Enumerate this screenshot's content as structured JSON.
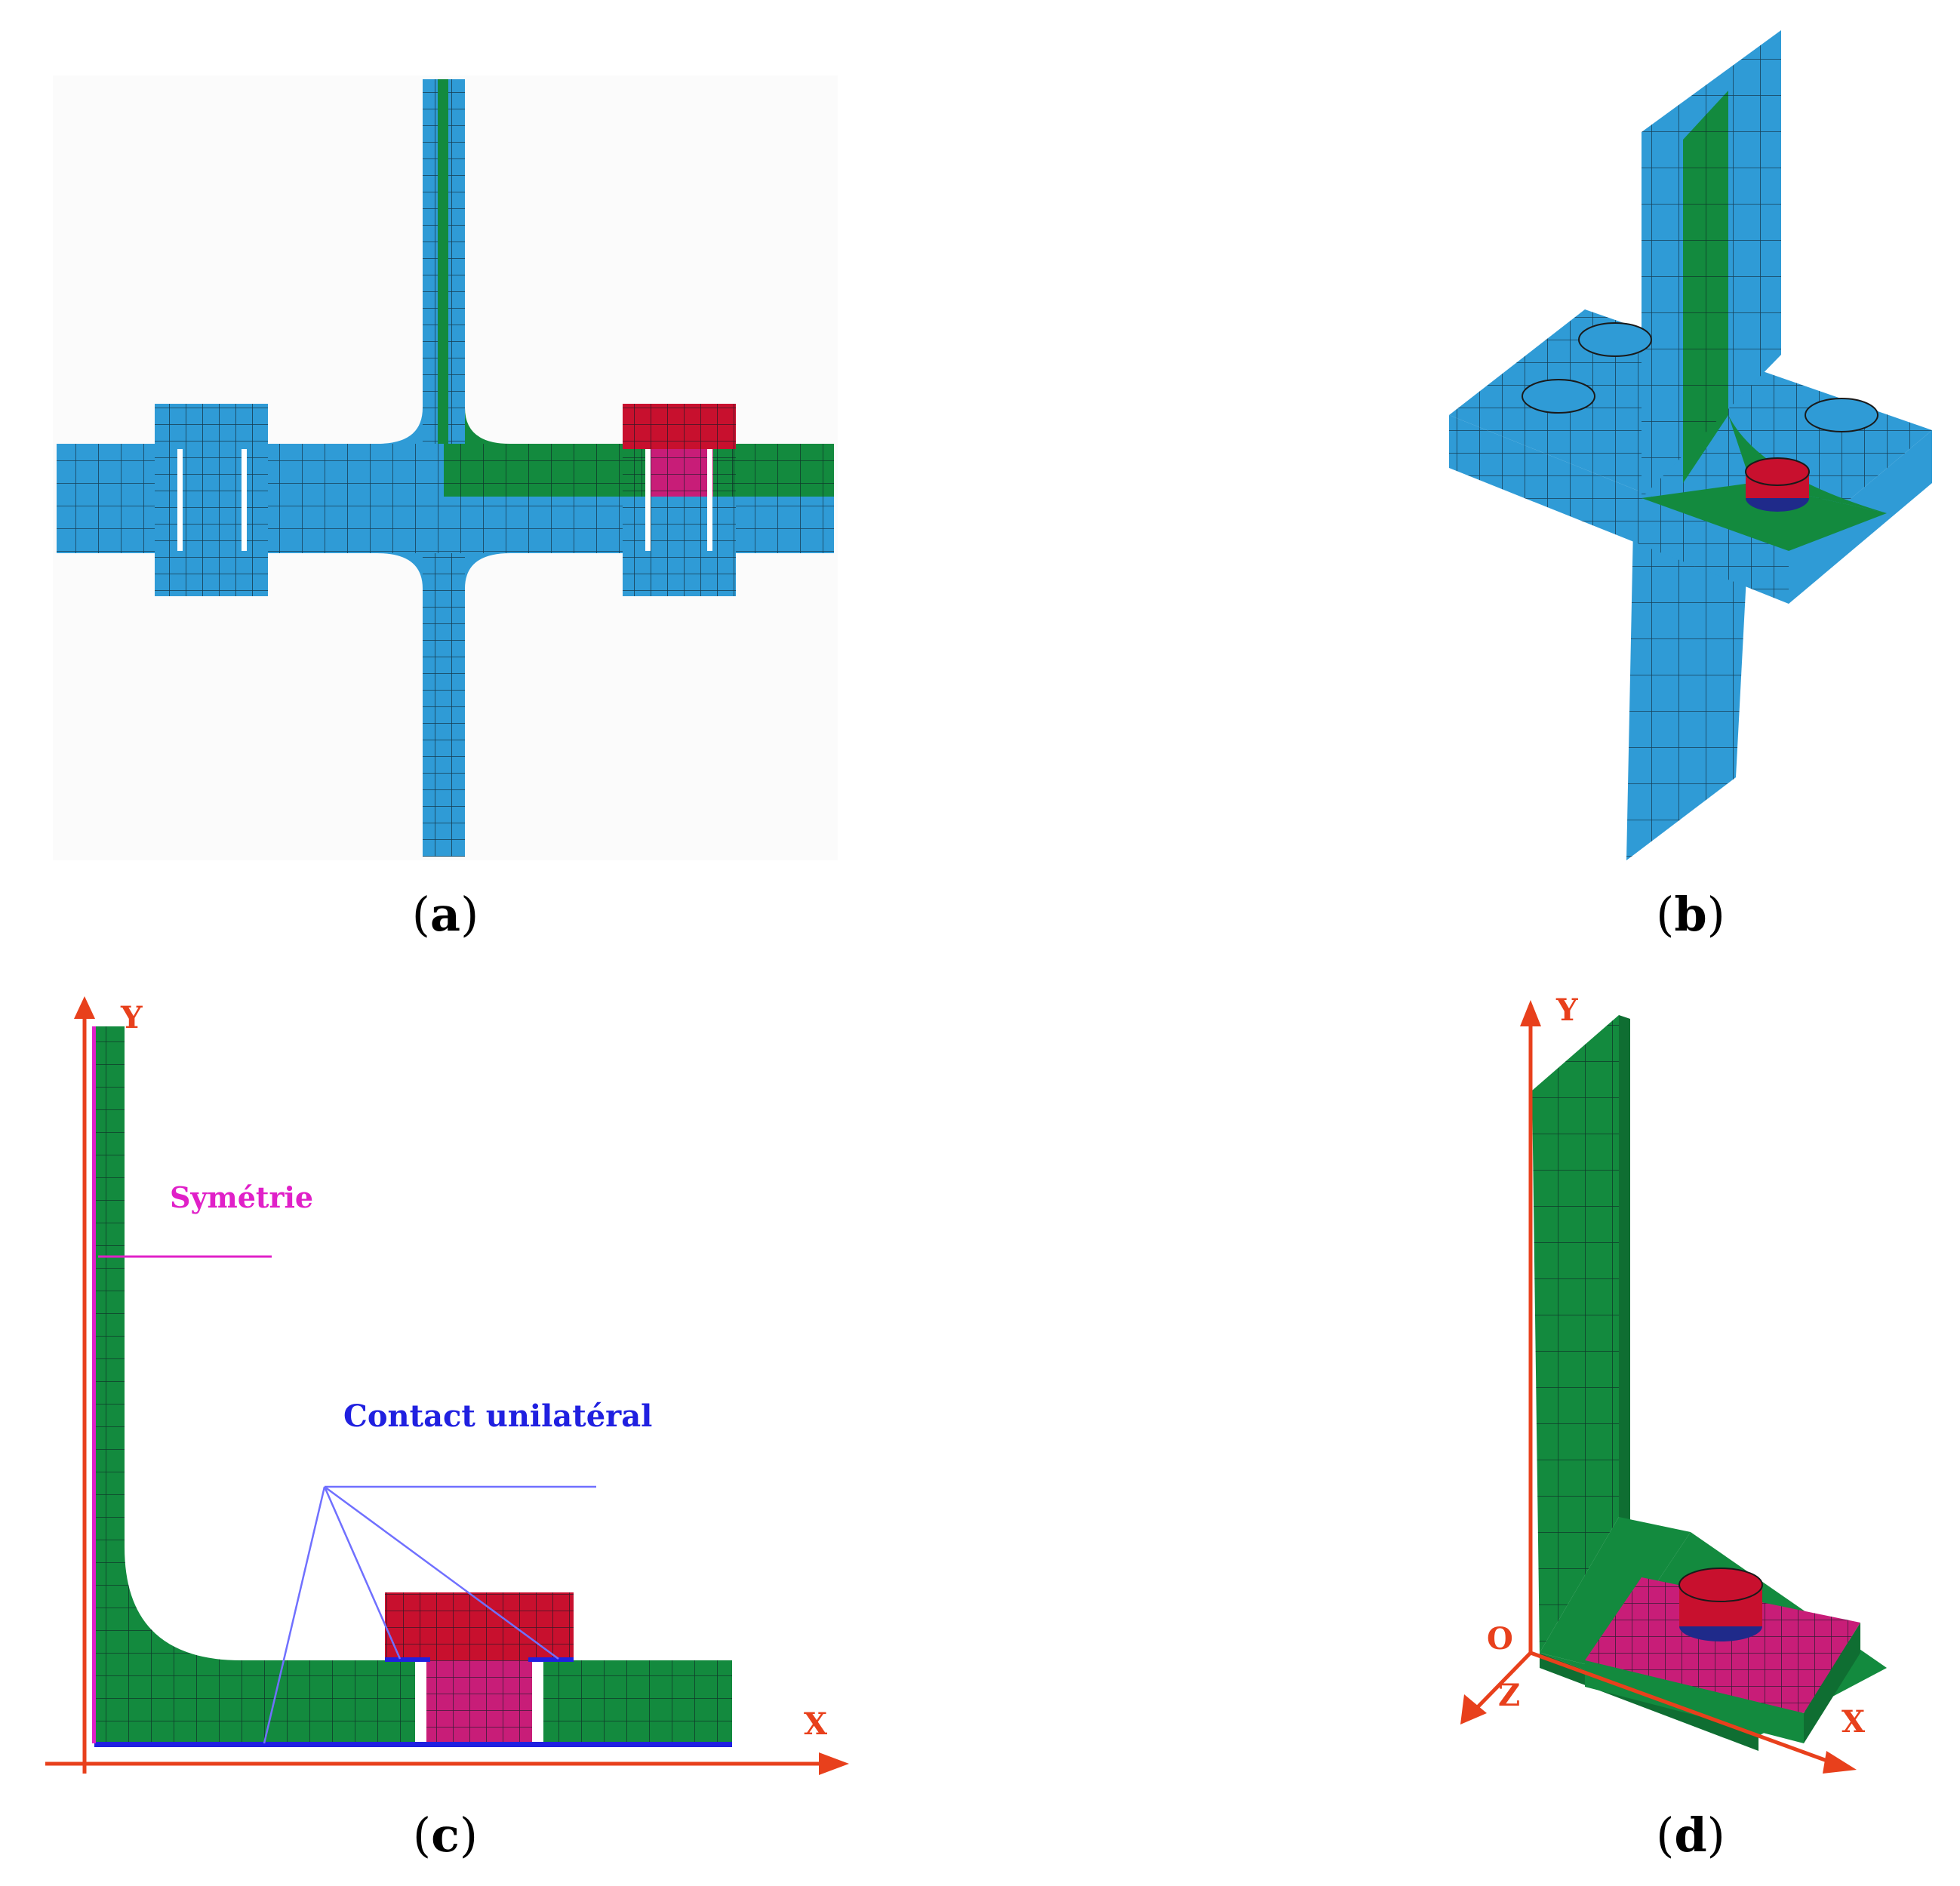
{
  "colors": {
    "blue_part": "#2f9bd6",
    "green_part": "#138a3e",
    "red_bolt_head": "#c8102e",
    "magenta_part": "#c81d78",
    "mesh_line": "#1a1a1a",
    "axis_red": "#e8401c",
    "symmetry_magenta": "#e020c8",
    "contact_blue": "#2020e0",
    "washer_navy": "#1f2a8a"
  },
  "panels": {
    "a": {
      "caption_letter": "a"
    },
    "b": {
      "caption_letter": "b"
    },
    "c": {
      "caption_letter": "c",
      "axis_x": "X",
      "axis_y": "Y",
      "symmetry_label": "Symétrie",
      "contact_label": "Contact unilatéral"
    },
    "d": {
      "caption_letter": "d",
      "axis_x": "X",
      "axis_y": "Y",
      "axis_z": "Z",
      "origin": "O"
    }
  }
}
